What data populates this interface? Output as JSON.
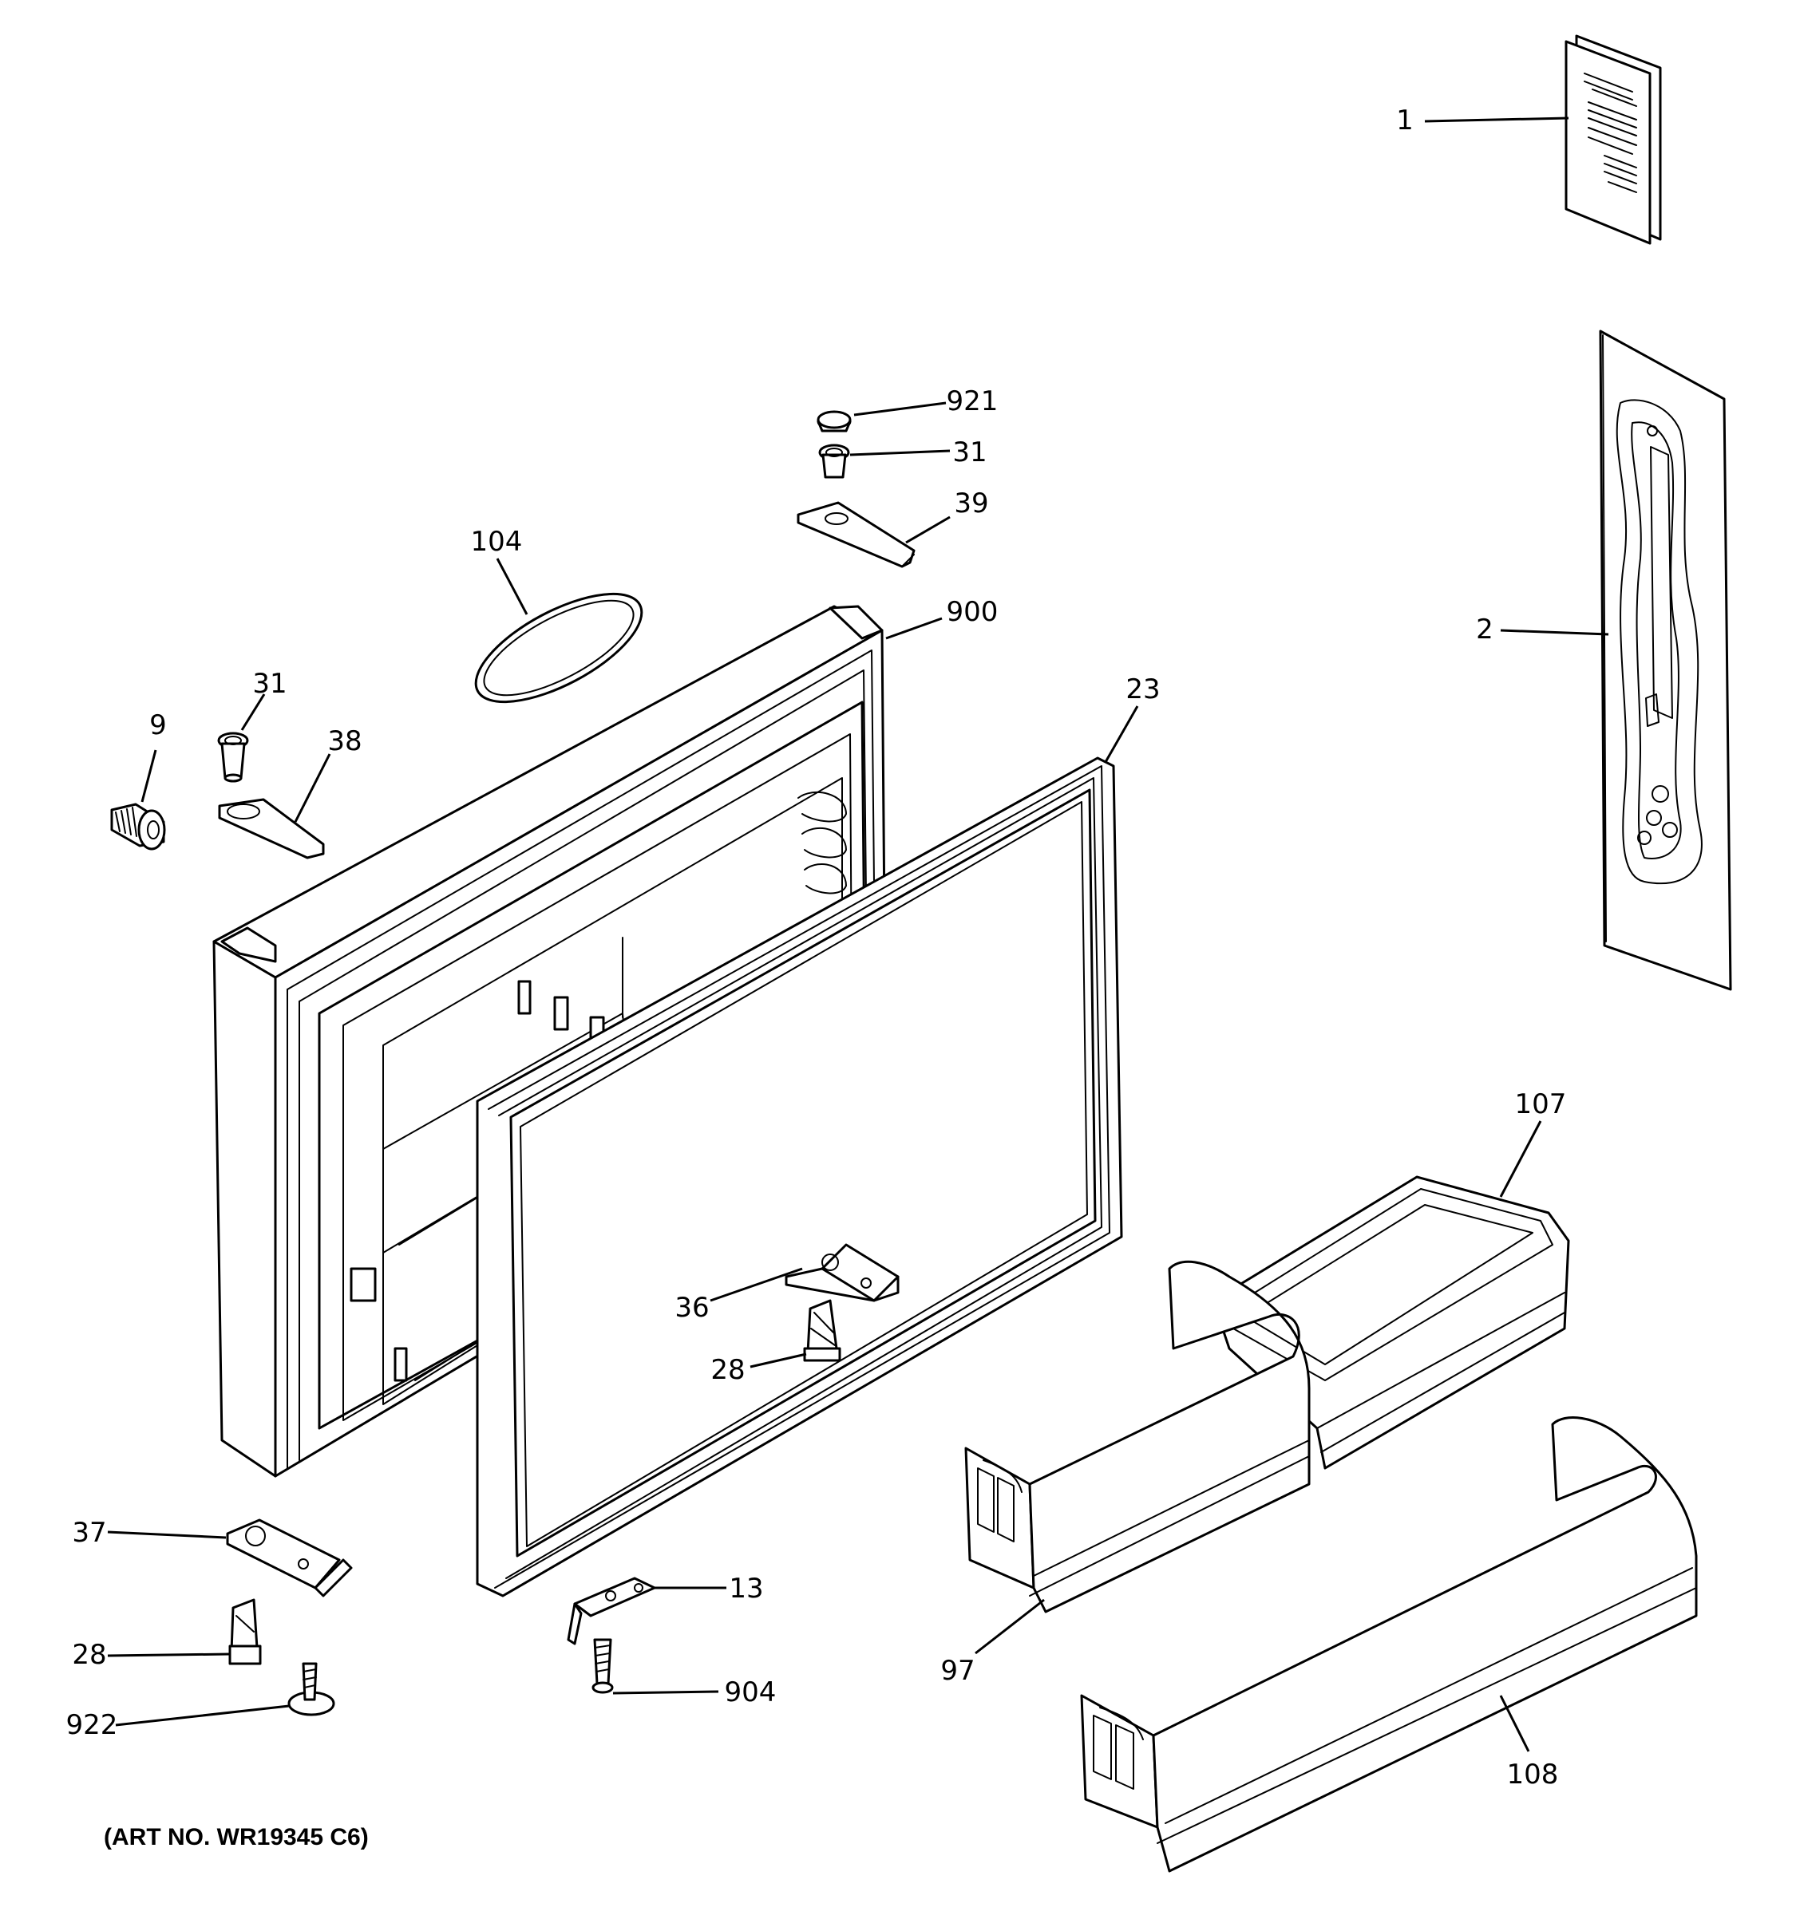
{
  "diagram": {
    "art_number": "(ART NO. WR19345 C6)",
    "callouts": [
      {
        "id": "c1",
        "label": "1"
      },
      {
        "id": "c2",
        "label": "2"
      },
      {
        "id": "c921",
        "label": "921"
      },
      {
        "id": "c31a",
        "label": "31"
      },
      {
        "id": "c39",
        "label": "39"
      },
      {
        "id": "c104",
        "label": "104"
      },
      {
        "id": "c900",
        "label": "900"
      },
      {
        "id": "c31b",
        "label": "31"
      },
      {
        "id": "c9",
        "label": "9"
      },
      {
        "id": "c38",
        "label": "38"
      },
      {
        "id": "c23",
        "label": "23"
      },
      {
        "id": "c107",
        "label": "107"
      },
      {
        "id": "c36",
        "label": "36"
      },
      {
        "id": "c28a",
        "label": "28"
      },
      {
        "id": "c37",
        "label": "37"
      },
      {
        "id": "c13",
        "label": "13"
      },
      {
        "id": "c28b",
        "label": "28"
      },
      {
        "id": "c904",
        "label": "904"
      },
      {
        "id": "c922",
        "label": "922"
      },
      {
        "id": "c97",
        "label": "97"
      },
      {
        "id": "c108",
        "label": "108"
      }
    ]
  }
}
